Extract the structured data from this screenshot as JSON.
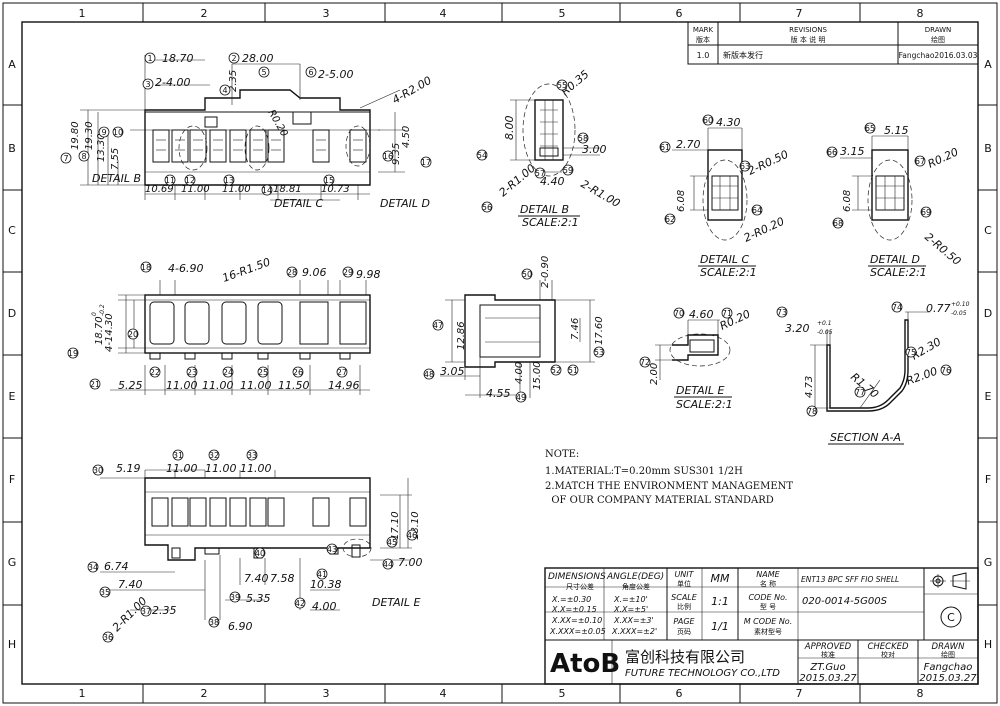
{
  "grid": {
    "cols": [
      "1",
      "2",
      "3",
      "4",
      "5",
      "6",
      "7",
      "8"
    ],
    "rows": [
      "A",
      "B",
      "C",
      "D",
      "E",
      "F",
      "G",
      "H"
    ]
  },
  "revision": {
    "h_mark": "MARK",
    "h_mark_cn": "版本",
    "h_rev": "REVISIONS",
    "h_rev_cn": "版 本 说 明",
    "h_drawn": "DRAWN",
    "h_drawn_cn": "绘图",
    "mark": "1.0",
    "desc": "新版本发行",
    "drawn": "Fangchao2016.03.03"
  },
  "views": {
    "top": {
      "dims": [
        "18.70",
        "28.00",
        "2-4.00",
        "2.35",
        "R0.20",
        "2-5.00",
        "4-R2.00",
        "19.80",
        "19.30",
        "13.30",
        "7.55",
        "4.50",
        "9.35",
        "10.69",
        "11.00",
        "11.00",
        "18.81",
        "10.73"
      ],
      "bubbles": [
        "1",
        "2",
        "3",
        "4",
        "5",
        "6",
        "7",
        "8",
        "9",
        "10",
        "11",
        "12",
        "13",
        "14",
        "15",
        "16",
        "17"
      ],
      "details": [
        "DETAIL B",
        "DETAIL C",
        "DETAIL D"
      ]
    },
    "front": {
      "dims": [
        "4-6.90",
        "16-R1.50",
        "9.06",
        "9.98",
        "18.70",
        "4-14.30",
        "5.25",
        "11.00",
        "11.00",
        "11.00",
        "11.50",
        "14.96"
      ],
      "tol_plus": "0",
      "tol_minus": "-0.2",
      "bubbles": [
        "18",
        "19",
        "20",
        "21",
        "22",
        "23",
        "24",
        "25",
        "26",
        "27",
        "28",
        "29"
      ]
    },
    "side": {
      "dims": [
        "2-0.90",
        "12.86",
        "7.46",
        "17.60",
        "3.05",
        "4.55",
        "4.00",
        "15.00"
      ],
      "bubbles": [
        "47",
        "48",
        "49",
        "50",
        "51",
        "52",
        "53"
      ]
    },
    "bottom": {
      "dims": [
        "5.19",
        "11.00",
        "11.00",
        "11.00",
        "6.74",
        "7.40",
        "2-R1.00",
        "2.35",
        "5.35",
        "6.90",
        "7.40",
        "7.58",
        "10.38",
        "4.00",
        "17.10",
        "18.10",
        "7.00"
      ],
      "bubbles": [
        "30",
        "31",
        "32",
        "33",
        "34",
        "35",
        "36",
        "37",
        "38",
        "39",
        "40",
        "41",
        "42",
        "43",
        "44",
        "45",
        "46"
      ],
      "detail": "DETAIL E"
    },
    "detail_b": {
      "dims": [
        "R0.35",
        "8.00",
        "3.00",
        "2-R1.00",
        "4.40",
        "2-R1.00"
      ],
      "bubbles": [
        "54",
        "55",
        "56",
        "57",
        "58",
        "59"
      ],
      "label": "DETAIL B",
      "scale": "SCALE:2:1"
    },
    "detail_c": {
      "dims": [
        "4.30",
        "2.70",
        "2-R0.50",
        "6.08",
        "2-R0.20"
      ],
      "bubbles": [
        "60",
        "61",
        "62",
        "63",
        "64"
      ],
      "label": "DETAIL C",
      "scale": "SCALE:2:1"
    },
    "detail_d": {
      "dims": [
        "5.15",
        "3.15",
        "R0.20",
        "6.08",
        "2-R0.50"
      ],
      "bubbles": [
        "65",
        "66",
        "67",
        "68",
        "69"
      ],
      "label": "DETAIL D",
      "scale": "SCALE:2:1"
    },
    "detail_e": {
      "dims": [
        "4.60",
        "R0.20",
        "2.00"
      ],
      "bubbles": [
        "70",
        "71",
        "72"
      ],
      "label": "DETAIL E",
      "scale": "SCALE:2:1"
    },
    "section": {
      "dims": [
        "3.20",
        "0.77",
        "R2.30",
        "R1.70",
        "R2.00",
        "4.73"
      ],
      "tol_a_plus": "+0.1",
      "tol_a_minus": "-0.05",
      "tol_b_plus": "+0.10",
      "tol_b_minus": "-0.05",
      "bubbles": [
        "73",
        "74",
        "75",
        "76",
        "77",
        "78"
      ],
      "label": "SECTION A-A"
    }
  },
  "notes": {
    "title": "NOTE:",
    "lines": [
      "1.MATERIAL:T=0.20mm SUS301 1/2H",
      "2.MATCH THE ENVIRONMENT MANAGEMENT",
      "  OF OUR COMPANY MATERIAL STANDARD"
    ]
  },
  "titleblock": {
    "dims_h": "DIMENSIONS",
    "dims_h_cn": "尺寸公差",
    "angle_h": "ANGLE(DEG)",
    "angle_h_cn": "角度公差",
    "tol": [
      "X.=±0.30",
      "X.X=±0.15",
      "X.XX=±0.10",
      "X.XXX=±0.05"
    ],
    "ang": [
      "X.=±10'",
      "X.X=±5'",
      "X.XX=±3'",
      "X.XXX=±2'"
    ],
    "unit_l": "UNIT",
    "unit_l_cn": "单位",
    "unit": "MM",
    "scale_l": "SCALE",
    "scale_l_cn": "比例",
    "scale": "1:1",
    "page_l": "PAGE",
    "page_l_cn": "页码",
    "page": "1/1",
    "name_l": "NAME",
    "name_l_cn": "名 称",
    "name": "ENT13 BPC SFF FIO SHELL",
    "code_l": "CODE No.",
    "code_l_cn": "型 号",
    "code": "020-0014-5G00S",
    "mcode_l": "M CODE No.",
    "mcode_l_cn": "素材型号",
    "mcode": "",
    "logo": "AtoB",
    "company_cn": "富创科技有限公司",
    "company_en": "FUTURE TECHNOLOGY CO.,LTD",
    "approved_l": "APPROVED",
    "approved_l_cn": "核准",
    "approved": "ZT.Guo",
    "approved_date": "2015.03.27",
    "checked_l": "CHECKED",
    "checked_l_cn": "校对",
    "drawn_l": "DRAWN",
    "drawn_l_cn": "绘图",
    "drawn": "Fangchao",
    "drawn_date": "2015.03.27",
    "copyright_mark": "C"
  }
}
